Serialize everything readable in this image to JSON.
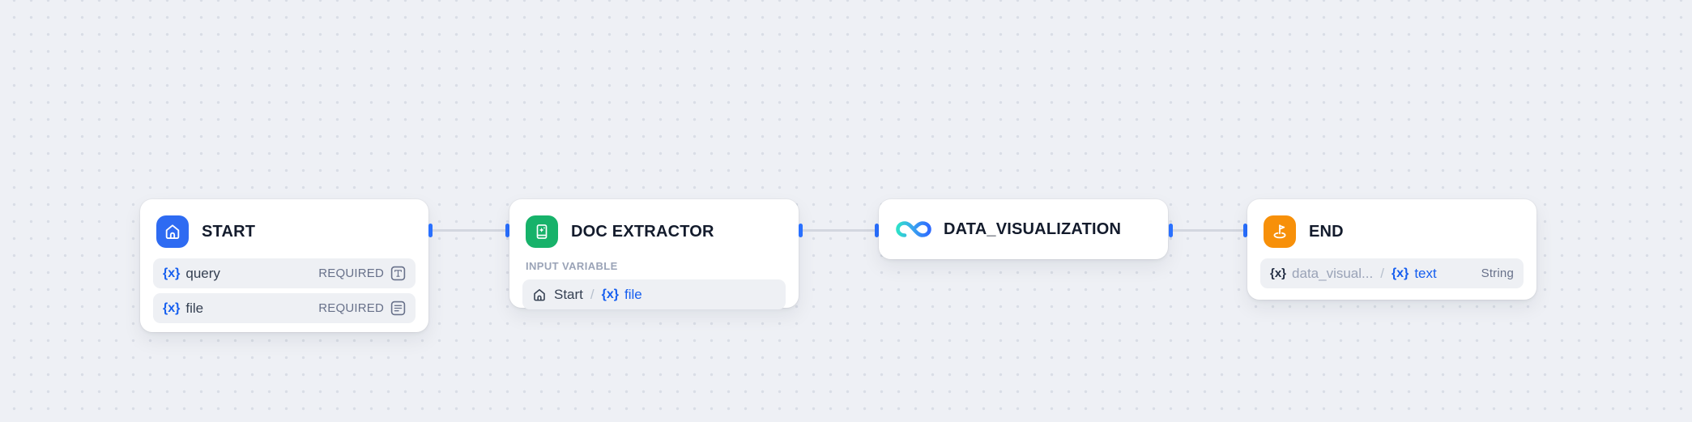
{
  "canvas": {
    "background": "#eef0f5",
    "dot_color": "#d9dde6"
  },
  "colors": {
    "accent_blue": "#2e6bf2",
    "link_blue": "#155eef",
    "green": "#17b26a",
    "orange": "#f79009",
    "edge_line": "#d3d7e0",
    "edge_handle": "#2970ff",
    "title_text": "#131b2c",
    "muted_text": "#68718a",
    "label_text": "#9aa3b7"
  },
  "nodes": {
    "start": {
      "title": "START",
      "icon": "home-icon",
      "variables": [
        {
          "var_icon": "{x}",
          "name": "query",
          "badge": "REQUIRED",
          "type_icon": "text-input-icon"
        },
        {
          "var_icon": "{x}",
          "name": "file",
          "badge": "REQUIRED",
          "type_icon": "paragraph-icon"
        }
      ]
    },
    "doc_extractor": {
      "title": "DOC EXTRACTOR",
      "icon": "doc-extract-icon",
      "section_label": "INPUT VARIABLE",
      "input_variable": {
        "source_icon": "home-icon",
        "source_label": "Start",
        "separator": "/",
        "var_icon": "{x}",
        "var_name": "file"
      }
    },
    "data_visualization": {
      "title": "DATA_VISUALIZATION",
      "icon": "infinity-icon"
    },
    "end": {
      "title": "END",
      "icon": "flag-icon",
      "output": {
        "var_icon": "{x}",
        "source_label": "data_visual...",
        "separator": "/",
        "ref_icon": "{x}",
        "var_name": "text",
        "type": "String"
      }
    }
  }
}
